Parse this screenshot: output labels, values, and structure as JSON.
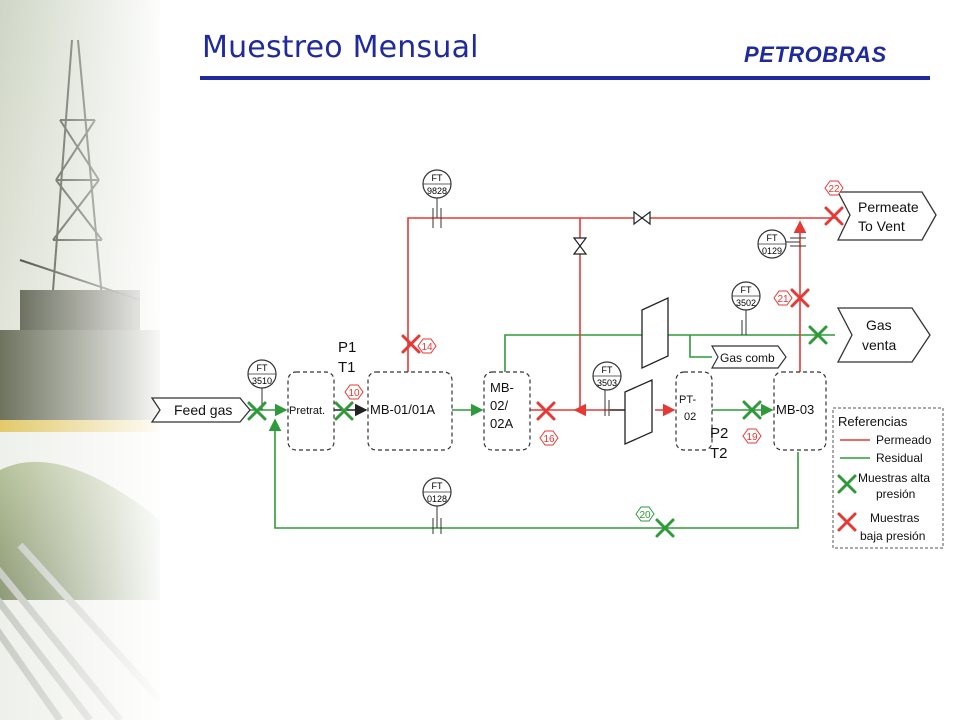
{
  "header": {
    "title": "Muestreo Mensual",
    "brand": "PETROBRAS"
  },
  "colors": {
    "accent": "#1f2a9c",
    "permeado": "#e53935",
    "residual": "#2e9a3a"
  },
  "diagram": {
    "streams": {
      "feed_gas": "Feed gas",
      "permeate_line1": "Permeate",
      "permeate_line2": "To Vent",
      "gas_venta_line1": "Gas",
      "gas_venta_line2": "venta",
      "gas_comb": "Gas comb"
    },
    "units": {
      "pretrat": "Pretrat.",
      "mb01": "MB-01/01A",
      "mb02_line1": "MB-",
      "mb02_line2": "02/",
      "mb02_line3": "02A",
      "pt02_line1": "PT-",
      "pt02_line2": "02",
      "mb03": "MB-03"
    },
    "positions": {
      "p1": "P1",
      "t1": "T1",
      "p2": "P2",
      "t2": "T2"
    },
    "flow_transmitters": [
      {
        "tag": "FT",
        "number": "9828"
      },
      {
        "tag": "FT",
        "number": "3510"
      },
      {
        "tag": "FT",
        "number": "3503"
      },
      {
        "tag": "FT",
        "number": "3502"
      },
      {
        "tag": "FT",
        "number": "0129"
      },
      {
        "tag": "FT",
        "number": "0128"
      }
    ],
    "sample_points": [
      "10",
      "14",
      "16",
      "19",
      "20",
      "21",
      "22"
    ],
    "legend": {
      "title": "Referencias",
      "permeado": "Permeado",
      "residual": "Residual",
      "alta_line1": "Muestras alta",
      "alta_line2": "presión",
      "baja_line1": "Muestras",
      "baja_line2": "baja presión"
    }
  }
}
